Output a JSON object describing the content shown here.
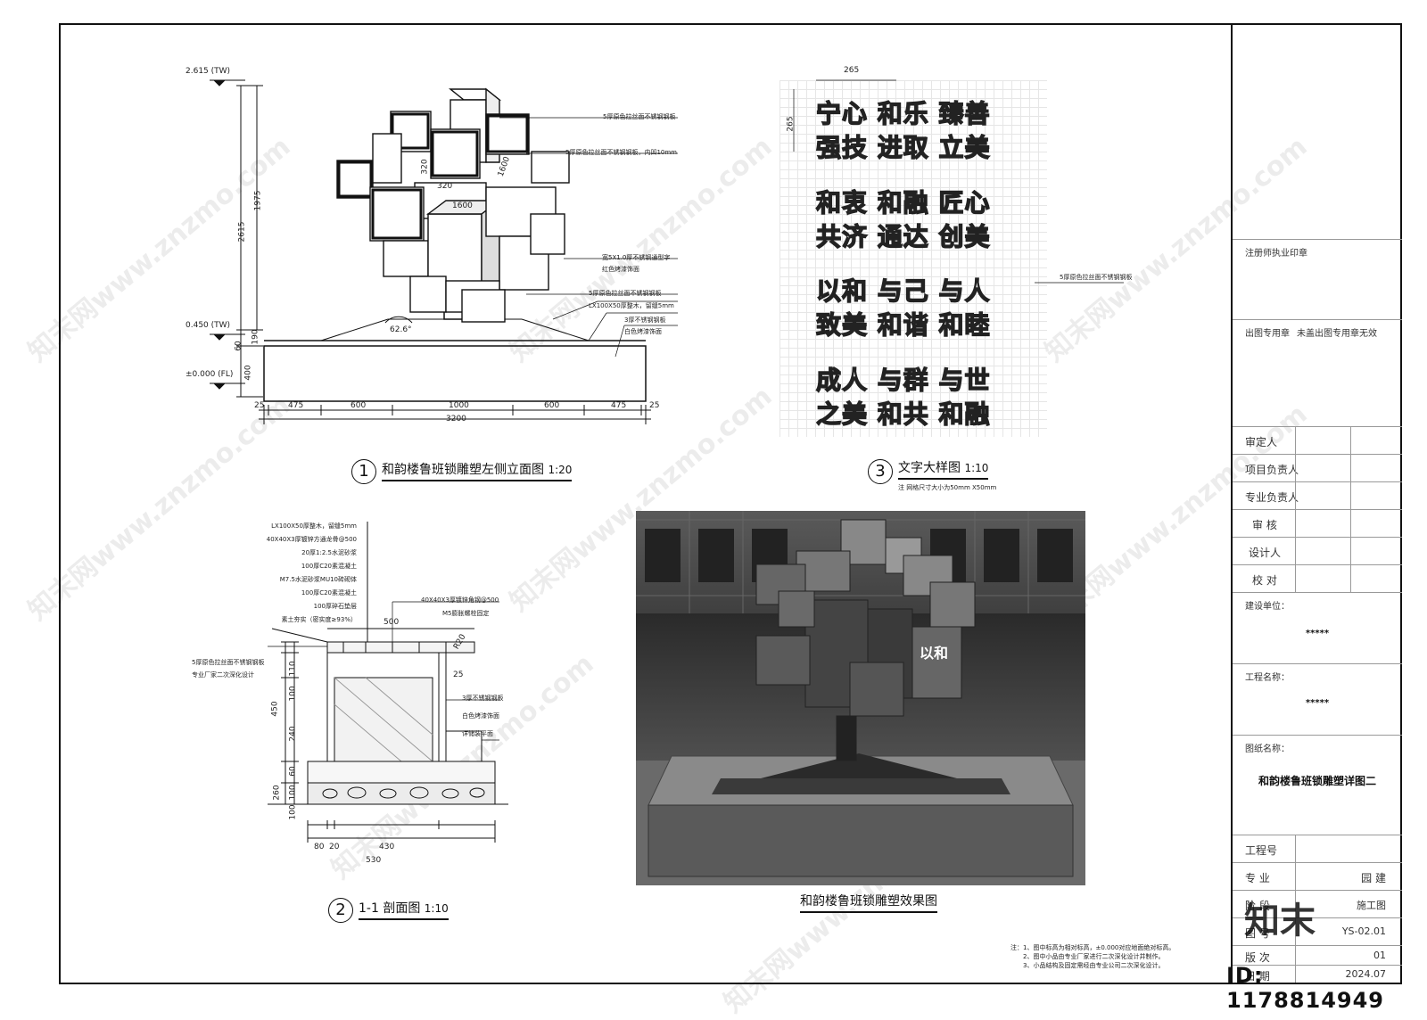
{
  "drawing1": {
    "caption": "和韵楼鲁班锁雕塑左侧立面图",
    "scale": "1:20",
    "number": "1",
    "levels": [
      "2.615 (TW)",
      "0.450 (TW)",
      "±0.000 (FL)"
    ],
    "vert_dims": [
      "1975",
      "2615",
      "190",
      "60",
      "400"
    ],
    "horiz_dims": [
      "25",
      "475",
      "600",
      "1000",
      "600",
      "475",
      "25"
    ],
    "total": "3200",
    "cube_dims": [
      "320",
      "320",
      "1600",
      "1600"
    ],
    "angle": "62.6°",
    "notes": [
      "5厚原色拉丝面不锈钢钢板",
      "5厚原色拉丝面不锈钢钢板，内凹10mm",
      "宽5X1.0厚不锈钢通型字",
      "红色烤漆饰面",
      "5厚原色拉丝面不锈钢钢板",
      "LX100X50厚整木，留缝5mm",
      "3厚不锈钢钢板",
      "白色烤漆饰面"
    ]
  },
  "drawing3": {
    "caption": "文字大样图",
    "scale": "1:10",
    "number": "3",
    "note": "注 网格尺寸大小为50mm X50mm",
    "dim_w": "265",
    "dim_h": "265",
    "side_note": "5厚原色拉丝面不锈钢钢板",
    "lines": [
      "宁心 和乐 臻善",
      "强技 进取 立美",
      "和衷 和融 匠心",
      "共济 通达 创美",
      "以和 与己 与人",
      "致美 和谐 和睦",
      "成人 与群 与世",
      "之美 和共 和融"
    ]
  },
  "drawing2": {
    "caption": "1-1 剖面图",
    "scale": "1:10",
    "number": "2",
    "layers": [
      "LX100X50厚整木，留缝5mm",
      "40X40X3厚镀锌方通龙骨@500",
      "20厚1:2.5水泥砂浆",
      "100厚C20素混凝土",
      "M7.5水泥砂浆MU10砖砌体",
      "100厚C20素混凝土",
      "100厚碎石垫层",
      "素土夯实（密实度≥93%）"
    ],
    "right_notes": [
      "40X40X3厚镀锌角钢@500",
      "M5膨胀螺栓固定",
      "3厚不锈钢钢板",
      "白色烤漆饰面",
      "详储装平面"
    ],
    "left_note_1": "5厚原色拉丝面不锈钢钢板",
    "left_note_2": "专业厂家二次深化设计",
    "dims_top": [
      "500",
      "R20",
      "25"
    ],
    "dims_vert": [
      "110",
      "100",
      "450",
      "240",
      "60",
      "100",
      "260",
      "100"
    ],
    "dims_bottom": [
      "80",
      "20",
      "430",
      "530"
    ]
  },
  "render": {
    "caption": "和韵楼鲁班锁雕塑效果图",
    "sign_text": "以和"
  },
  "notes": [
    "注：1、图中标高为相对标高，±0.000对应地面绝对标高。",
    "2、图中小品由专业厂家进行二次深化设计并制作。",
    "3、小品结构及固定需经由专业公司二次深化设计。"
  ],
  "titleblock": {
    "seal": "注册师执业印章",
    "stamp": "出图专用章",
    "stamp_note": "未盖出图专用章无效",
    "roles": [
      "审定人",
      "项目负责人",
      "专业负责人",
      "审 核",
      "设计人",
      "校 对"
    ],
    "client_label": "建设单位：",
    "client": "*****",
    "project_label": "工程名称：",
    "project": "*****",
    "drawing_label": "图纸名称：",
    "drawing_name": "和韵楼鲁班锁雕塑详图二",
    "job_label": "工程号",
    "discipline_label": "专 业",
    "discipline": "园 建",
    "stage_label": "阶 段",
    "stage": "施工图",
    "sheet_label": "图 号",
    "sheet": "YS-02.01",
    "version_label": "版 次",
    "version": "01",
    "date_label": "日 期",
    "date": "2024.07"
  },
  "watermark": "知末网www.znzmo.com",
  "brand": "知末",
  "id_text": "ID: 1178814949"
}
